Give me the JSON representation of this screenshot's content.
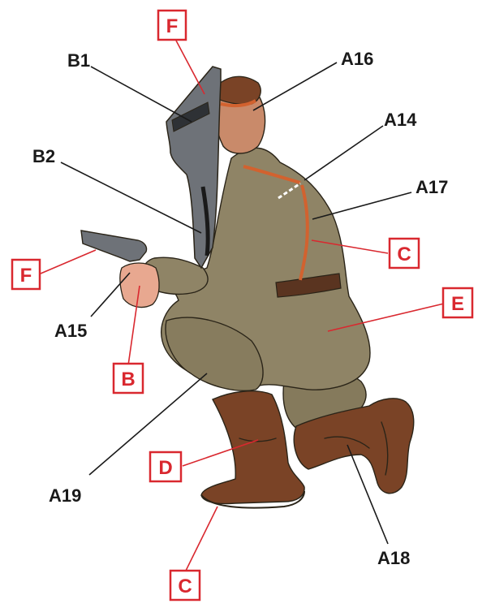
{
  "callouts": {
    "B1": "B1",
    "B2": "B2",
    "A14": "A14",
    "A15": "A15",
    "A16": "A16",
    "A17": "A17",
    "A18": "A18",
    "A19": "A19"
  },
  "color_codes": {
    "F_top": "F",
    "F_left": "F",
    "B": "B",
    "C_right": "C",
    "C_bottom": "C",
    "D": "D",
    "E": "E"
  },
  "colors": {
    "label_red": "#d9282f",
    "label_black": "#1a1a1a",
    "uniform": "#8f8466",
    "boots": "#7a4326",
    "shield": "#6e7278",
    "straps": "#d2622f"
  }
}
